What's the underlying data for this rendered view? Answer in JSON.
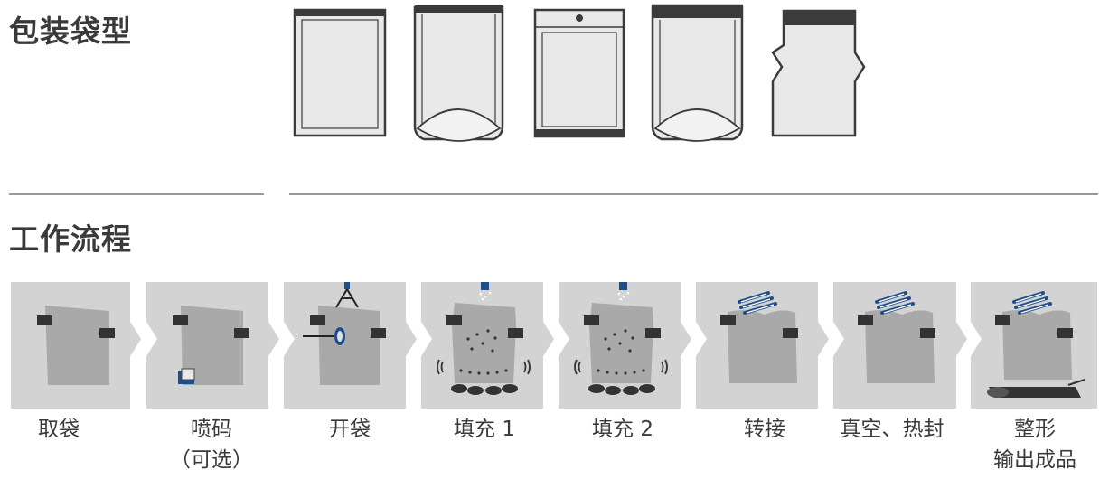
{
  "sections": {
    "bag_types_title": "包装袋型",
    "workflow_title": "工作流程"
  },
  "bag_types": [
    {
      "icon": "flat-bag-icon"
    },
    {
      "icon": "stand-up-pouch-icon"
    },
    {
      "icon": "hang-hole-bag-icon"
    },
    {
      "icon": "zipper-stand-up-pouch-icon"
    },
    {
      "icon": "gusset-bag-icon"
    }
  ],
  "steps": [
    {
      "label": "取袋",
      "icon": "pick-bag-icon"
    },
    {
      "label": "喷码",
      "label2": "（可选）",
      "icon": "inkjet-print-icon"
    },
    {
      "label": "开袋",
      "icon": "open-bag-icon"
    },
    {
      "label": "填充 1",
      "icon": "fill-1-icon"
    },
    {
      "label": "填充 2",
      "icon": "fill-2-icon"
    },
    {
      "label": "转接",
      "icon": "transfer-icon"
    },
    {
      "label": "真空、热封",
      "icon": "vacuum-seal-icon"
    },
    {
      "label": "整形",
      "label2": "输出成品",
      "icon": "shape-output-icon"
    }
  ],
  "colors": {
    "bag_fill": "#e8e8e8",
    "bag_stroke": "#3b3b3b",
    "panel": "#d3d3d3",
    "step_bag": "#a9a9a9",
    "clip": "#333333",
    "accent_blue": "#1f4f8a"
  }
}
